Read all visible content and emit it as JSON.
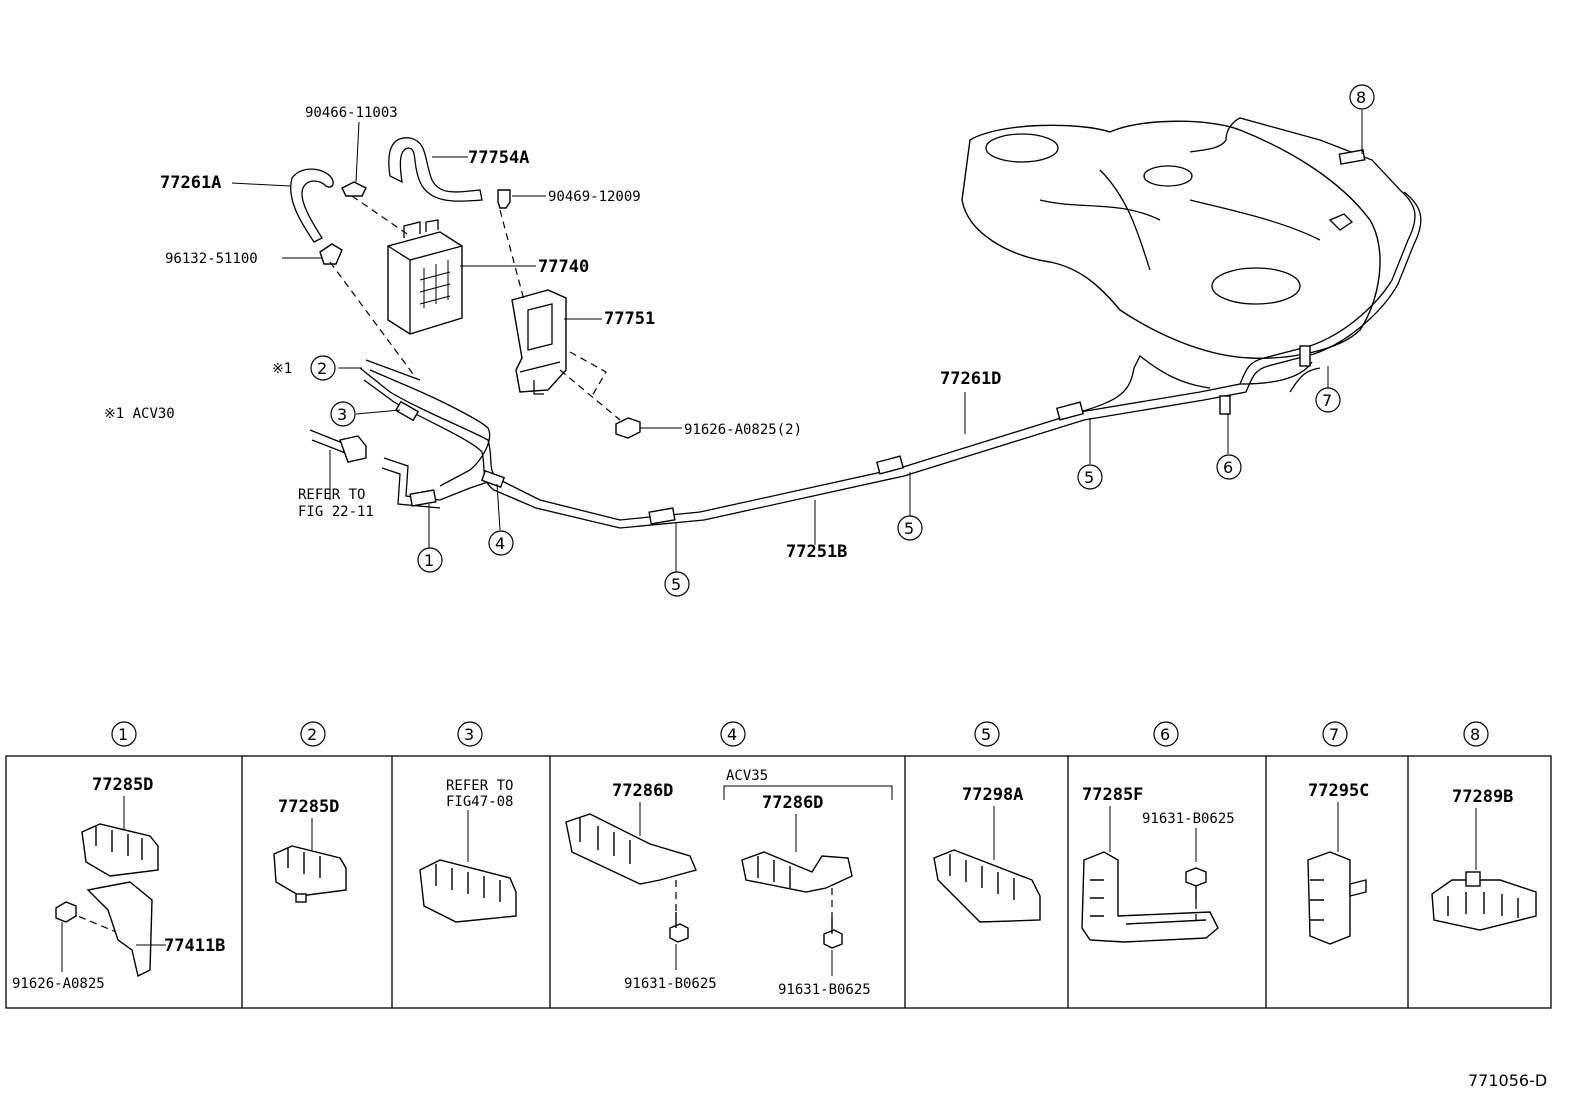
{
  "diagram_id": "771056-D",
  "note": {
    "marker": "※1",
    "label": "※1 ACV30"
  },
  "refer_fig_upper": [
    "REFER TO",
    "FIG 22-11"
  ],
  "refer_fig_table": [
    "REFER TO",
    "FIG47-08"
  ],
  "parts": {
    "p77261A": "77261A",
    "p90466": "90466-11003",
    "p77754A": "77754A",
    "p90469": "90469-12009",
    "p96132": "96132-51100",
    "p77740": "77740",
    "p77751": "77751",
    "p91626_2": "91626-A0825(2)",
    "p77261D": "77261D",
    "p77251B": "77251B"
  },
  "callouts": [
    "①",
    "②",
    "③",
    "④",
    "⑤",
    "⑥",
    "⑦",
    "⑧"
  ],
  "table": {
    "acv35": "ACV35",
    "cols": [
      {
        "head": "①",
        "labels": [
          "77285D",
          "77411B",
          "91626-A0825"
        ]
      },
      {
        "head": "②",
        "labels": [
          "77285D"
        ]
      },
      {
        "head": "③",
        "labels": []
      },
      {
        "head": "④",
        "labels": [
          "77286D",
          "91631-B0625",
          "77286D",
          "91631-B0625"
        ]
      },
      {
        "head": "⑤",
        "labels": [
          "77298A"
        ]
      },
      {
        "head": "⑥",
        "labels": [
          "77285F",
          "91631-B0625"
        ]
      },
      {
        "head": "⑦",
        "labels": [
          "77295C"
        ]
      },
      {
        "head": "⑧",
        "labels": [
          "77289B"
        ]
      }
    ]
  }
}
